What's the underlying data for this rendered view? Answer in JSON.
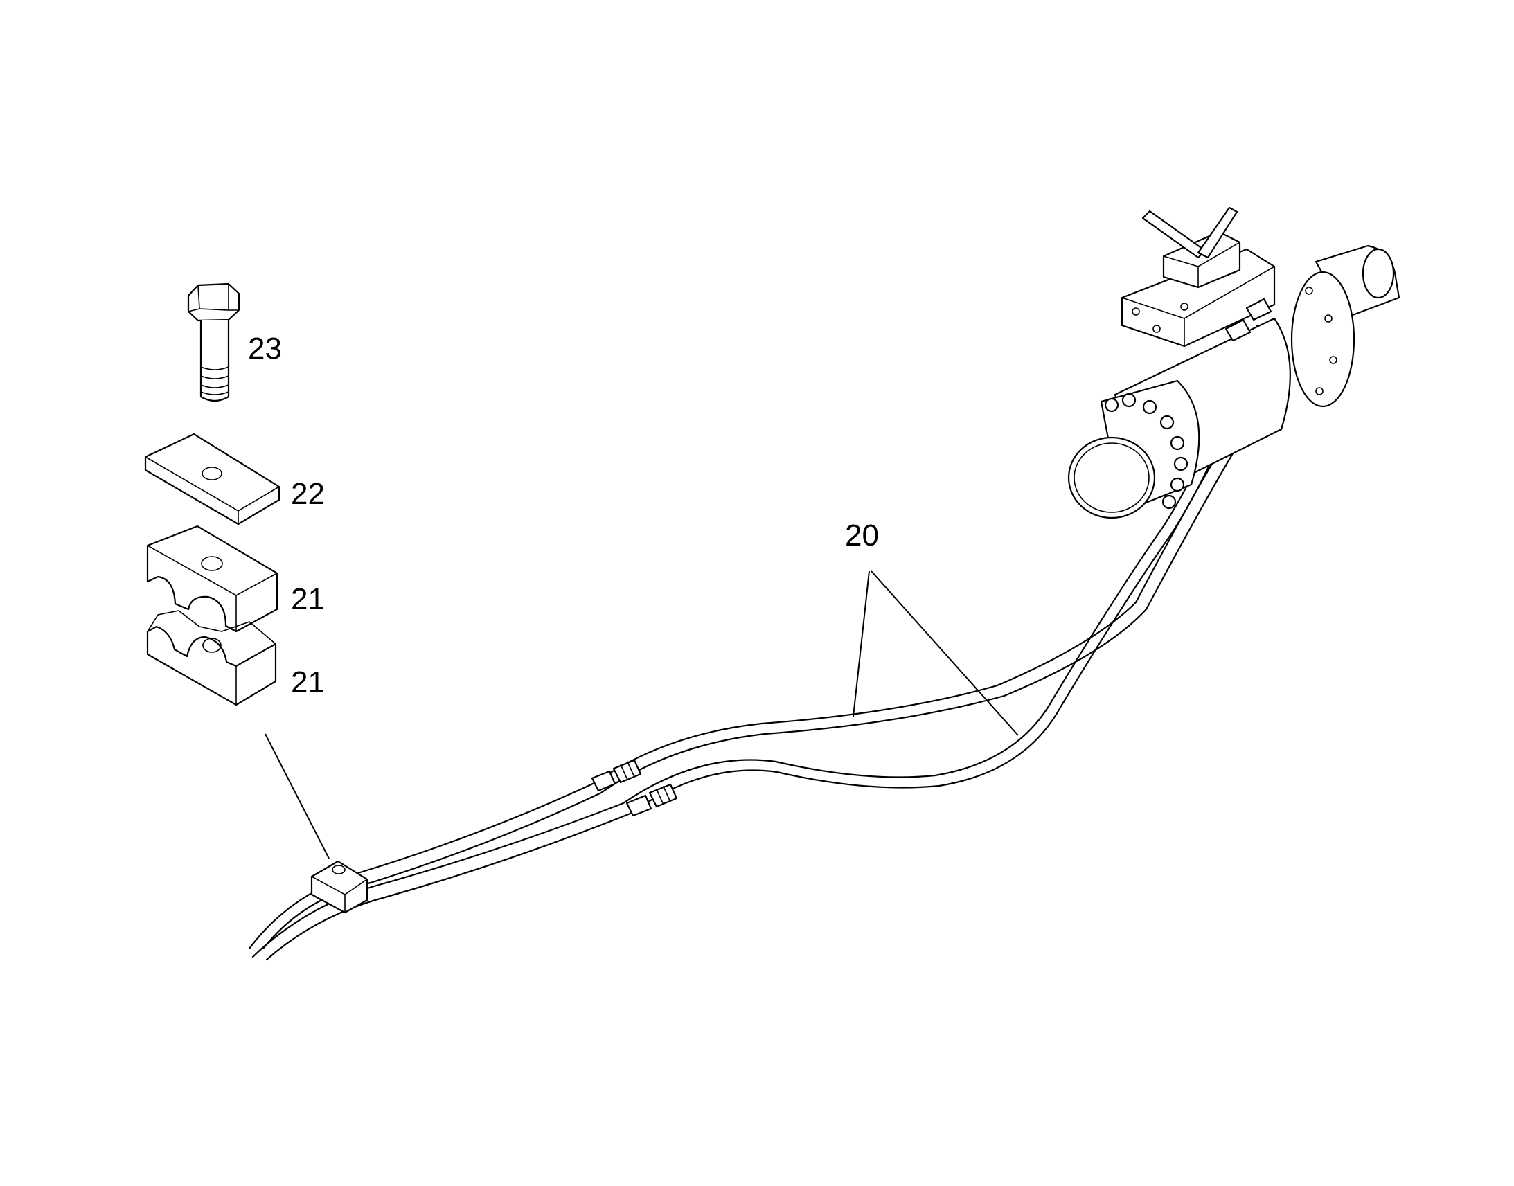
{
  "callouts": [
    {
      "id": "hoses",
      "number": "20"
    },
    {
      "id": "clamp-half-upper",
      "number": "21"
    },
    {
      "id": "clamp-half-lower",
      "number": "21"
    },
    {
      "id": "cover-plate",
      "number": "22"
    },
    {
      "id": "bolt",
      "number": "23"
    }
  ],
  "colors": {
    "line": "#000000",
    "background": "#ffffff"
  }
}
